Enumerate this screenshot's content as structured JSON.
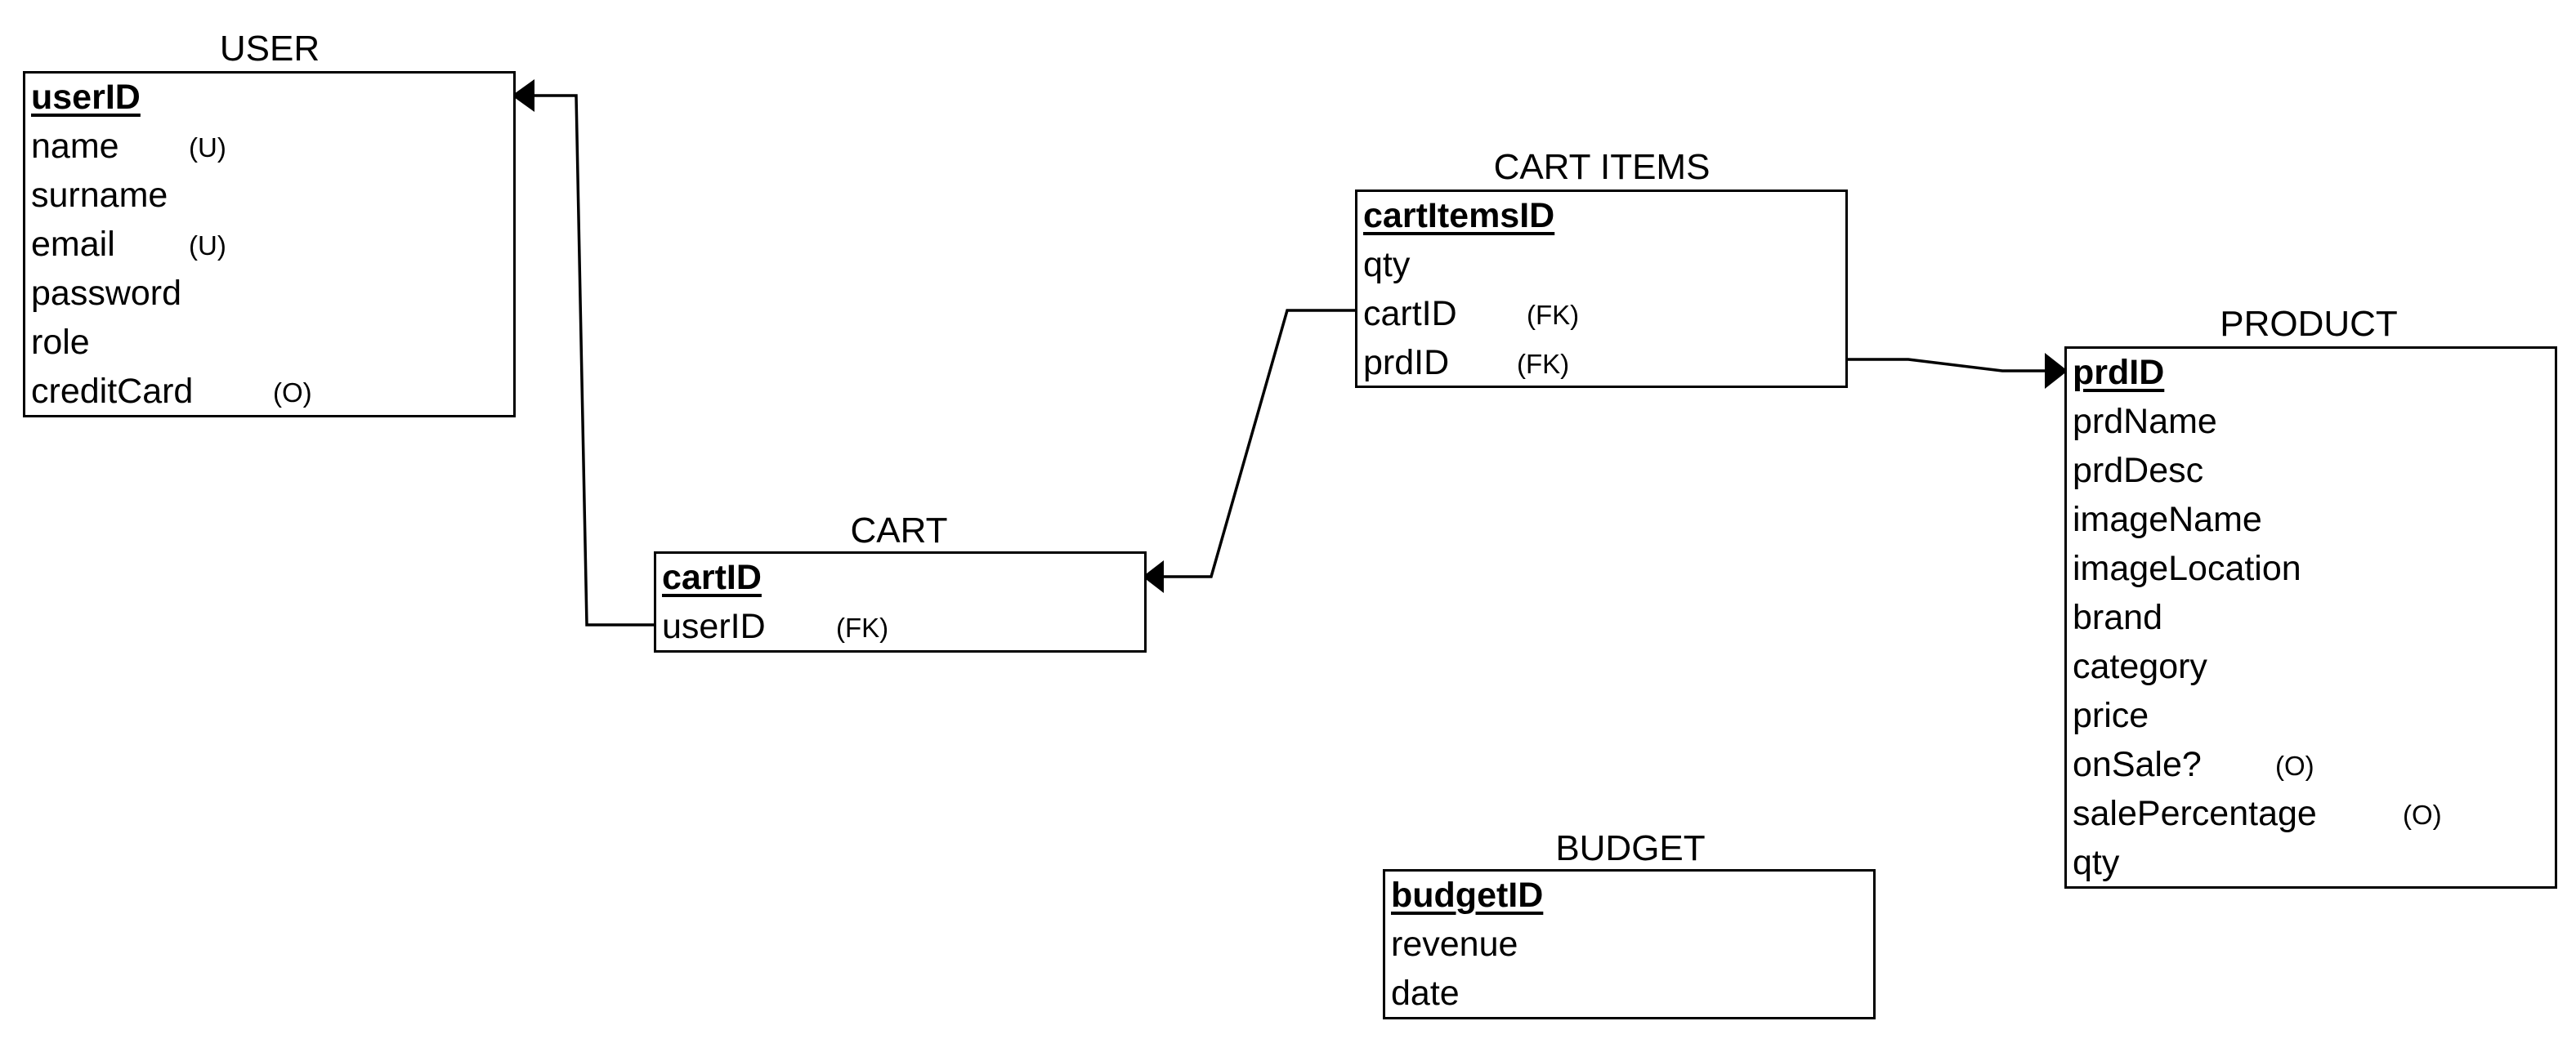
{
  "entities": {
    "user": {
      "title": "USER",
      "pk": "userID",
      "fields": [
        "name",
        "surname",
        "email",
        "password",
        "role",
        "creditCard"
      ],
      "notes": {
        "name": "(U)",
        "email": "(U)",
        "creditCard": "(O)"
      }
    },
    "cart": {
      "title": "CART",
      "pk": "cartID",
      "fields": [
        "userID"
      ],
      "notes": {
        "userID": "(FK)"
      }
    },
    "cart_items": {
      "title": "CART ITEMS",
      "pk": "cartItemsID",
      "fields": [
        "qty",
        "cartID",
        "prdID"
      ],
      "notes": {
        "cartID": "(FK)",
        "prdID": "(FK)"
      }
    },
    "product": {
      "title": "PRODUCT",
      "pk": "prdID",
      "fields": [
        "prdName",
        "prdDesc",
        "imageName",
        "imageLocation",
        "brand",
        "category",
        "price",
        "onSale?",
        "salePercentage",
        "qty"
      ],
      "notes": {
        "onSale?": "(O)",
        "salePercentage": "(O)"
      }
    },
    "budget": {
      "title": "BUDGET",
      "pk": "budgetID",
      "fields": [
        "revenue",
        "date"
      ],
      "notes": {}
    }
  }
}
